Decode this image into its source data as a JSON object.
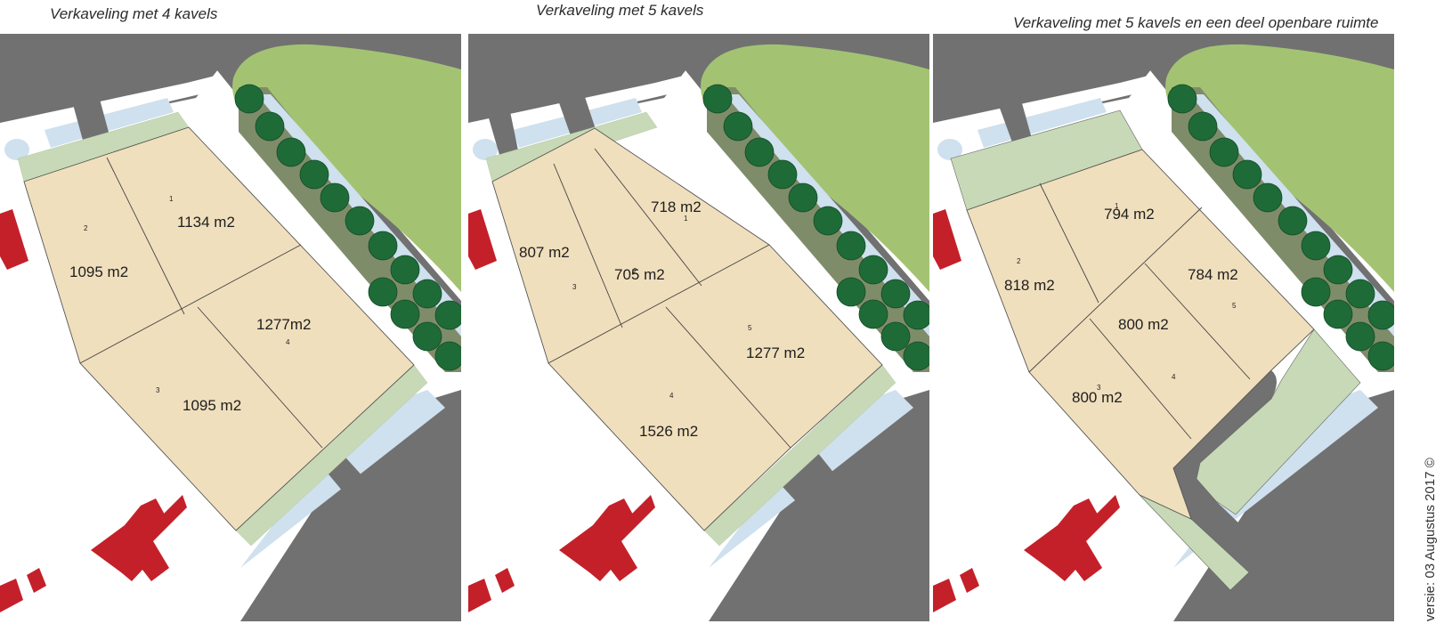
{
  "panels": [
    {
      "title": "Verkaveling met 4 kavels",
      "lots": [
        {
          "number": "1",
          "area": "1134 m2"
        },
        {
          "number": "2",
          "area": "1095 m2"
        },
        {
          "number": "3",
          "area": "1095 m2"
        },
        {
          "number": "4",
          "area": "1277m2"
        }
      ]
    },
    {
      "title": "Verkaveling met 5 kavels",
      "lots": [
        {
          "number": "1",
          "area": "718 m2"
        },
        {
          "number": "2",
          "area": "705 m2"
        },
        {
          "number": "3",
          "area": "807 m2"
        },
        {
          "number": "4",
          "area": "1526 m2"
        },
        {
          "number": "5",
          "area": "1277 m2"
        }
      ]
    },
    {
      "title": "Verkaveling met 5 kavels en een deel openbare ruimte",
      "lots": [
        {
          "number": "1",
          "area": "794 m2"
        },
        {
          "number": "2",
          "area": "818 m2"
        },
        {
          "number": "3",
          "area": "800 m2"
        },
        {
          "number": "4",
          "area": "800 m2"
        },
        {
          "number": "5",
          "area": "784 m2"
        }
      ]
    }
  ],
  "version_text": "versie: 03 Augustus 2017 ©",
  "colors": {
    "lot_fill": "#f0dfbd",
    "green_strip": "#c7d9b6",
    "park": "#a3c373",
    "trees": "#1f6b38",
    "road": "#717171",
    "water": "#cfe0ee",
    "buildings": "#c4202a"
  }
}
